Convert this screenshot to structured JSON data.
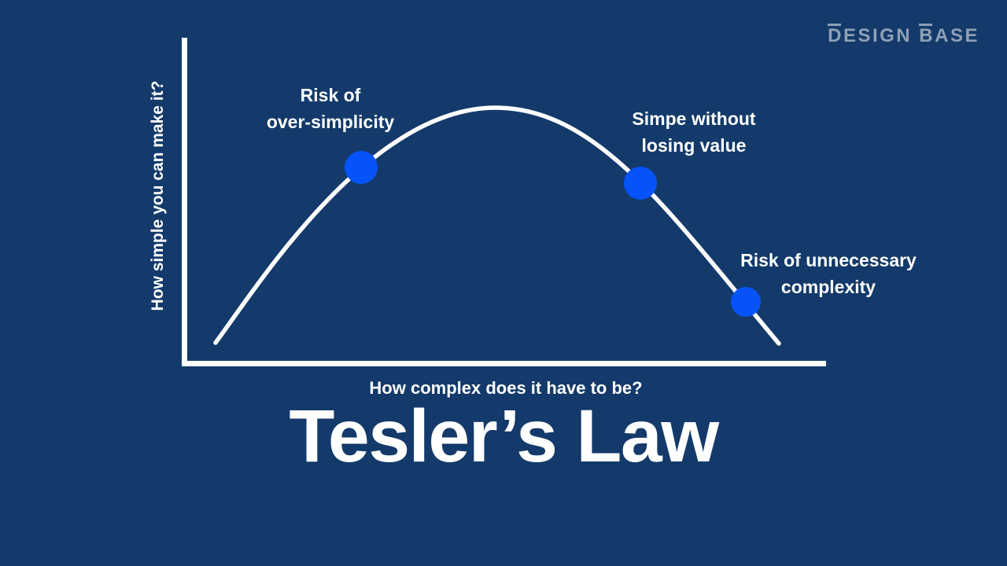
{
  "colors": {
    "background": "#133A6A",
    "accent-blue": "#0653F9",
    "line": "#FFFFFF",
    "text": "#FFFFFF",
    "logo": "#8FA0B6"
  },
  "header": {
    "logo_text": "DESIGN BASE"
  },
  "diagram": {
    "title": "Tesler’s Law",
    "y_axis_label": "How simple you can make it?",
    "x_axis_label": "How complex does it have to be?",
    "points": [
      {
        "id": "over-simplicity",
        "label_lines": [
          "Risk of",
          "over-simplicity"
        ]
      },
      {
        "id": "simple-without-losing-value",
        "label_lines": [
          "Simpe without",
          "losing value"
        ]
      },
      {
        "id": "unnecessary-complexity",
        "label_lines": [
          "Risk of unnecessary",
          "complexity"
        ]
      }
    ]
  }
}
